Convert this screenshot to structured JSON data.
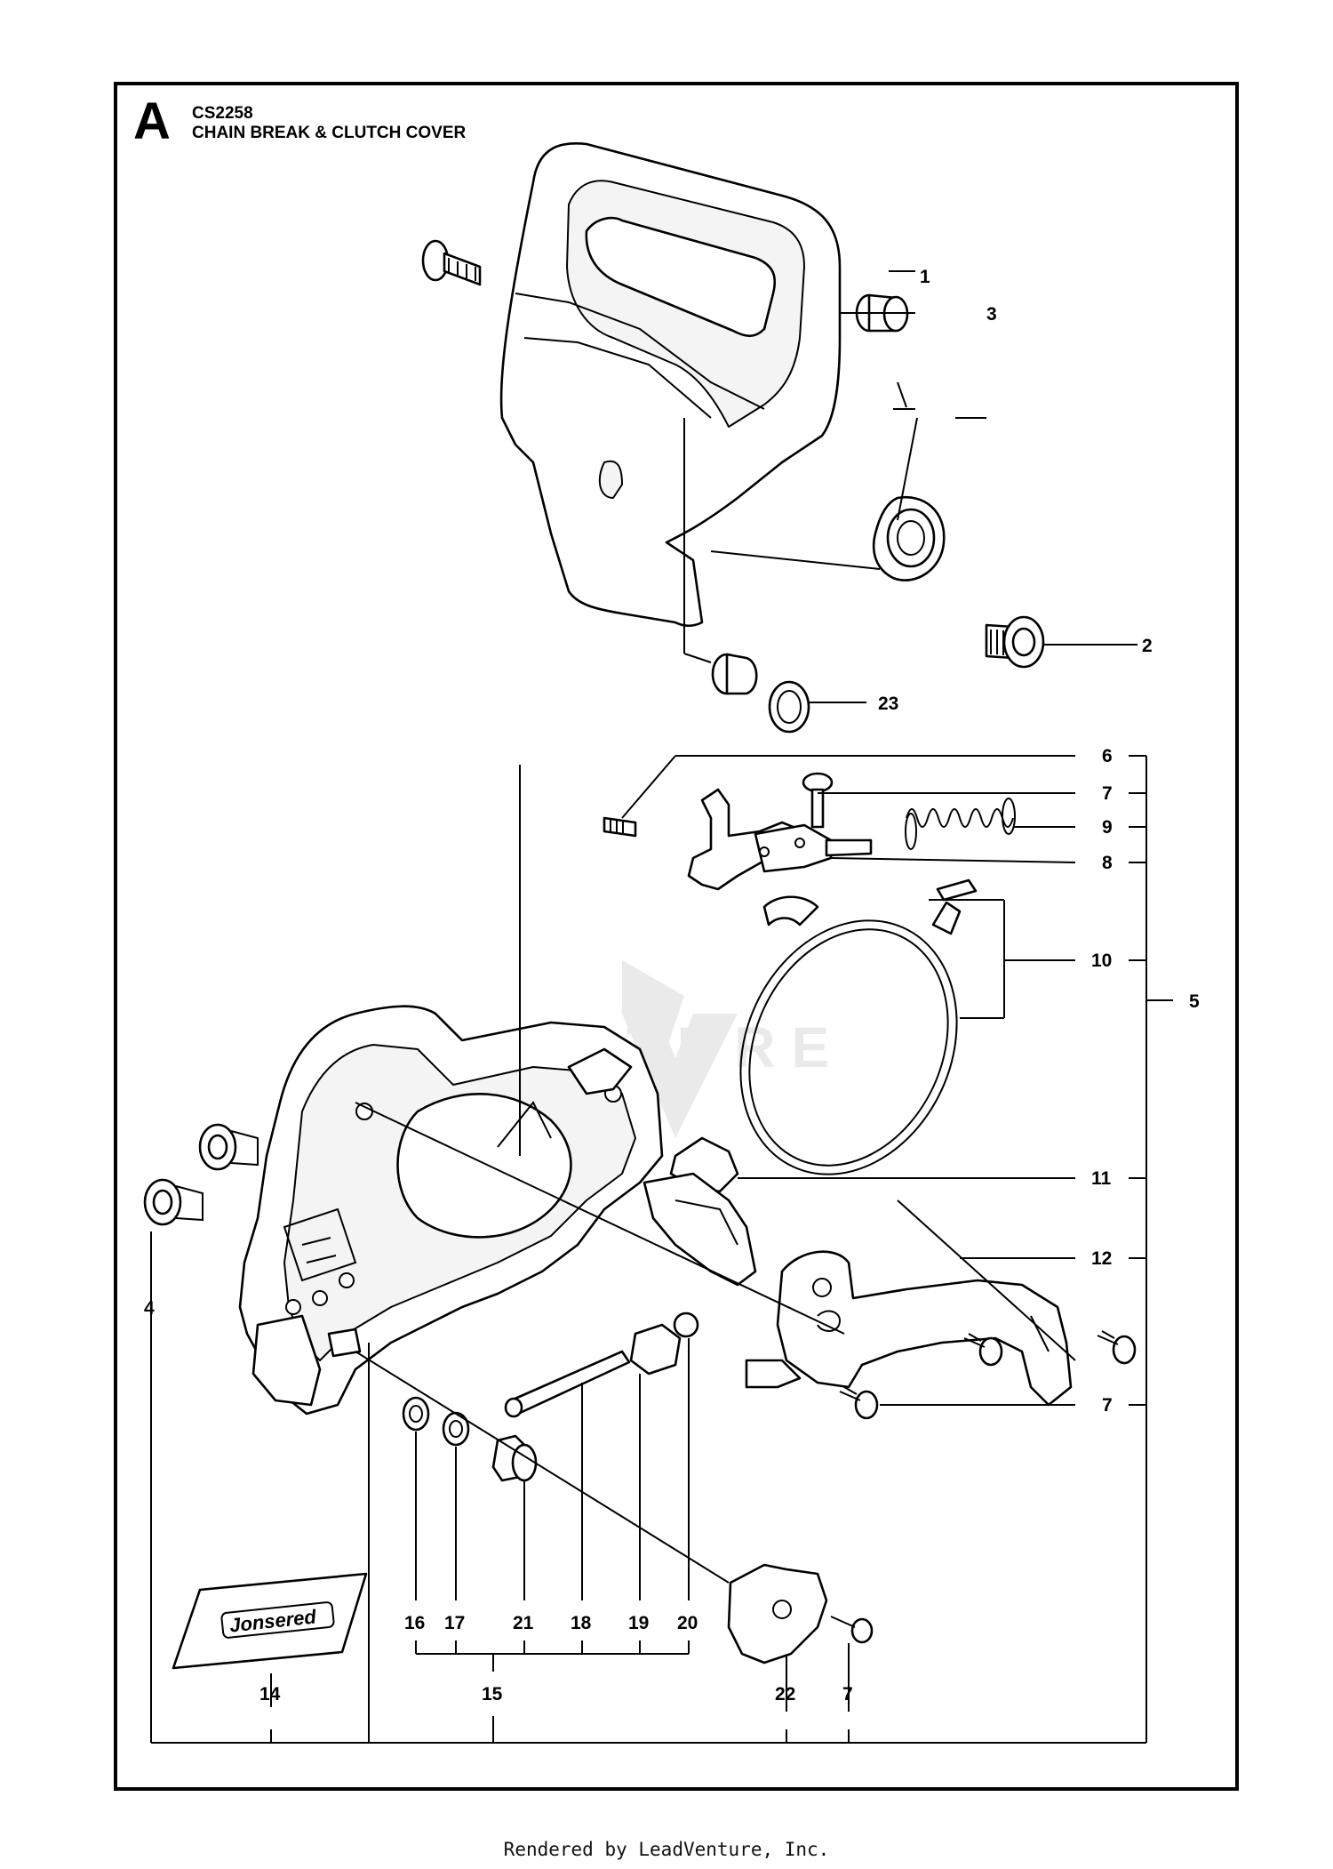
{
  "header": {
    "section_letter": "A",
    "model": "CS2258",
    "title": "CHAIN BREAK & CLUTCH COVER"
  },
  "callouts": [
    "1",
    "2",
    "3",
    "23",
    "6",
    "7",
    "9",
    "8",
    "10",
    "5",
    "11",
    "12",
    "4",
    "7",
    "16",
    "17",
    "21",
    "18",
    "19",
    "20",
    "15",
    "14",
    "22",
    "7"
  ],
  "decal_text": "Jonsered",
  "watermark_text": "ENTURE",
  "footer": "Rendered by LeadVenture, Inc."
}
